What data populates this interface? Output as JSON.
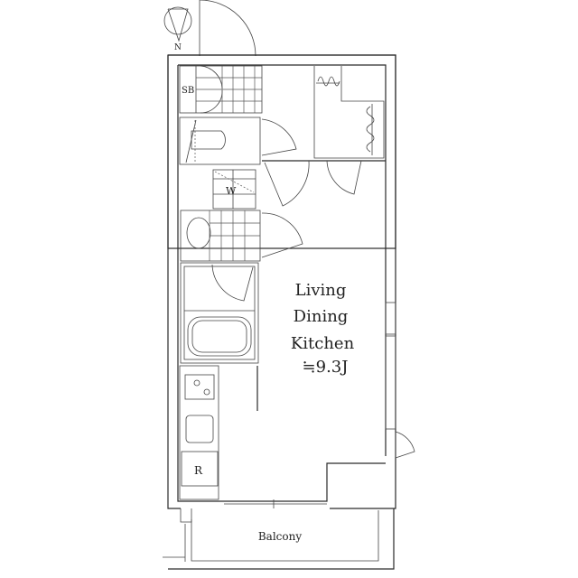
{
  "compass": {
    "label": "N"
  },
  "rooms": {
    "shoe_box": "SB",
    "washer": "W",
    "ldk_line1": "Living",
    "ldk_line2": "Dining",
    "ldk_line3": "Kitchen",
    "ldk_size": "≒9.3J",
    "refrigerator": "R",
    "balcony": "Balcony"
  },
  "colors": {
    "line": "#2a2a2a",
    "background": "#ffffff"
  }
}
